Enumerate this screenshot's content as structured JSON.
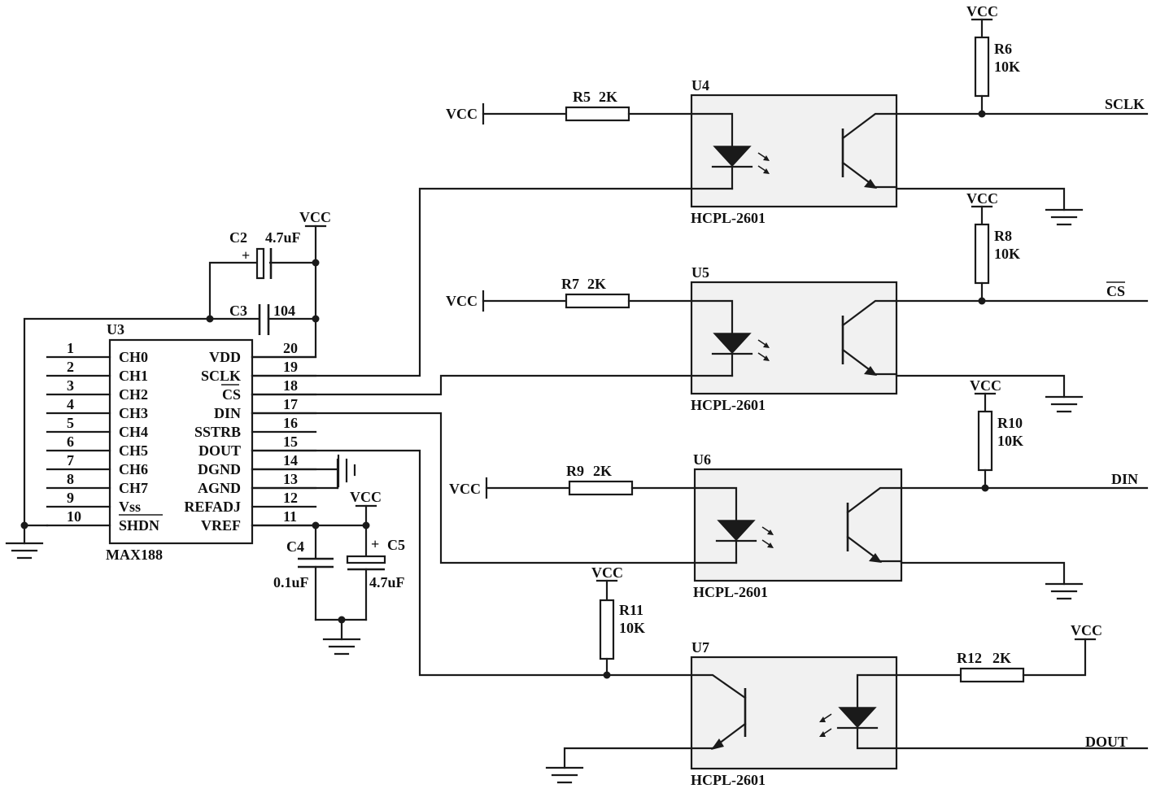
{
  "chip": {
    "ref": "U3",
    "part": "MAX188",
    "left_pins": [
      {
        "num": "1",
        "name": "CH0"
      },
      {
        "num": "2",
        "name": "CH1"
      },
      {
        "num": "3",
        "name": "CH2"
      },
      {
        "num": "4",
        "name": "CH3"
      },
      {
        "num": "5",
        "name": "CH4"
      },
      {
        "num": "6",
        "name": "CH5"
      },
      {
        "num": "7",
        "name": "CH6"
      },
      {
        "num": "8",
        "name": "CH7"
      },
      {
        "num": "9",
        "name": "Vss"
      },
      {
        "num": "10",
        "name": "SHDN"
      }
    ],
    "right_pins": [
      {
        "num": "20",
        "name": "VDD"
      },
      {
        "num": "19",
        "name": "SCLK"
      },
      {
        "num": "18",
        "name": "CS"
      },
      {
        "num": "17",
        "name": "DIN"
      },
      {
        "num": "16",
        "name": "SSTRB"
      },
      {
        "num": "15",
        "name": "DOUT"
      },
      {
        "num": "14",
        "name": "DGND"
      },
      {
        "num": "13",
        "name": "AGND"
      },
      {
        "num": "12",
        "name": "REFADJ"
      },
      {
        "num": "11",
        "name": "VREF"
      }
    ]
  },
  "capacitors": {
    "c2": {
      "ref": "C2",
      "value": "4.7uF"
    },
    "c3": {
      "ref": "C3",
      "value": "104"
    },
    "c4": {
      "ref": "C4",
      "value": "0.1uF"
    },
    "c5": {
      "ref": "C5",
      "value": "4.7uF"
    }
  },
  "resistors": {
    "r5": {
      "ref": "R5",
      "value": "2K"
    },
    "r6": {
      "ref": "R6",
      "value": "10K"
    },
    "r7": {
      "ref": "R7",
      "value": "2K"
    },
    "r8": {
      "ref": "R8",
      "value": "10K"
    },
    "r9": {
      "ref": "R9",
      "value": "2K"
    },
    "r10": {
      "ref": "R10",
      "value": "10K"
    },
    "r11": {
      "ref": "R11",
      "value": "10K"
    },
    "r12": {
      "ref": "R12",
      "value": "2K"
    }
  },
  "optocouplers": {
    "u4": {
      "ref": "U4",
      "part": "HCPL-2601"
    },
    "u5": {
      "ref": "U5",
      "part": "HCPL-2601"
    },
    "u6": {
      "ref": "U6",
      "part": "HCPL-2601"
    },
    "u7": {
      "ref": "U7",
      "part": "HCPL-2601"
    }
  },
  "power_label": "VCC",
  "nets": {
    "sclk": "SCLK",
    "cs": "CS",
    "din": "DIN",
    "dout": "DOUT"
  },
  "plus_sign": "+"
}
